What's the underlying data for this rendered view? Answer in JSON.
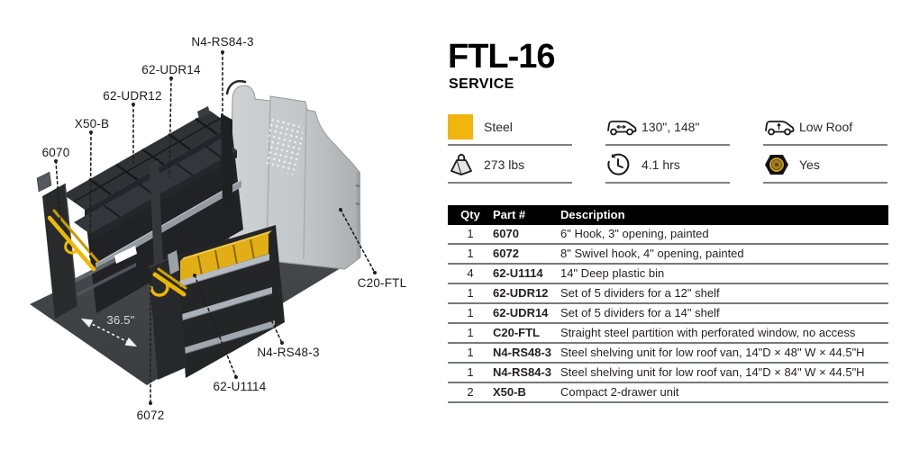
{
  "title": "FTL-16",
  "subtitle": "SERVICE",
  "specs": {
    "material": "Steel",
    "wheelbase": "130\", 148\"",
    "roof": "Low Roof",
    "weight": "273 lbs",
    "time": "4.1 hrs",
    "certified": "Yes",
    "accent_color": "#F2B50D"
  },
  "diagram": {
    "callouts": [
      {
        "id": "n4-rs84-3",
        "label": "N4-RS84-3"
      },
      {
        "id": "62-udr14",
        "label": "62-UDR14"
      },
      {
        "id": "62-udr12",
        "label": "62-UDR12"
      },
      {
        "id": "x50-b",
        "label": "X50-B"
      },
      {
        "id": "6070",
        "label": "6070"
      },
      {
        "id": "c20-ftl",
        "label": "C20-FTL"
      },
      {
        "id": "n4-rs48-3",
        "label": "N4-RS48-3"
      },
      {
        "id": "62-u1114",
        "label": "62-U1114"
      },
      {
        "id": "6072",
        "label": "6072"
      }
    ],
    "dimension": "36.5\""
  },
  "parts_table": {
    "columns": {
      "qty": "Qty",
      "part": "Part #",
      "description": "Description"
    },
    "rows": [
      {
        "qty": "1",
        "part": "6070",
        "description": "6\" Hook, 3\" opening, painted"
      },
      {
        "qty": "1",
        "part": "6072",
        "description": "8\" Swivel hook, 4\" opening, painted"
      },
      {
        "qty": "4",
        "part": "62-U1114",
        "description": "14\" Deep plastic bin"
      },
      {
        "qty": "1",
        "part": "62-UDR12",
        "description": "Set of 5 dividers for a 12\" shelf"
      },
      {
        "qty": "1",
        "part": "62-UDR14",
        "description": "Set of 5 dividers for a 14\" shelf"
      },
      {
        "qty": "1",
        "part": "C20-FTL",
        "description": "Straight steel partition with perforated window, no access"
      },
      {
        "qty": "1",
        "part": "N4-RS48-3",
        "description": "Steel shelving unit for low roof van, 14\"D × 48\" W × 44.5\"H"
      },
      {
        "qty": "1",
        "part": "N4-RS84-3",
        "description": "Steel shelving unit for low roof van, 14\"D × 84\" W × 44.5\"H"
      },
      {
        "qty": "2",
        "part": "X50-B",
        "description": "Compact 2-drawer unit"
      }
    ]
  }
}
